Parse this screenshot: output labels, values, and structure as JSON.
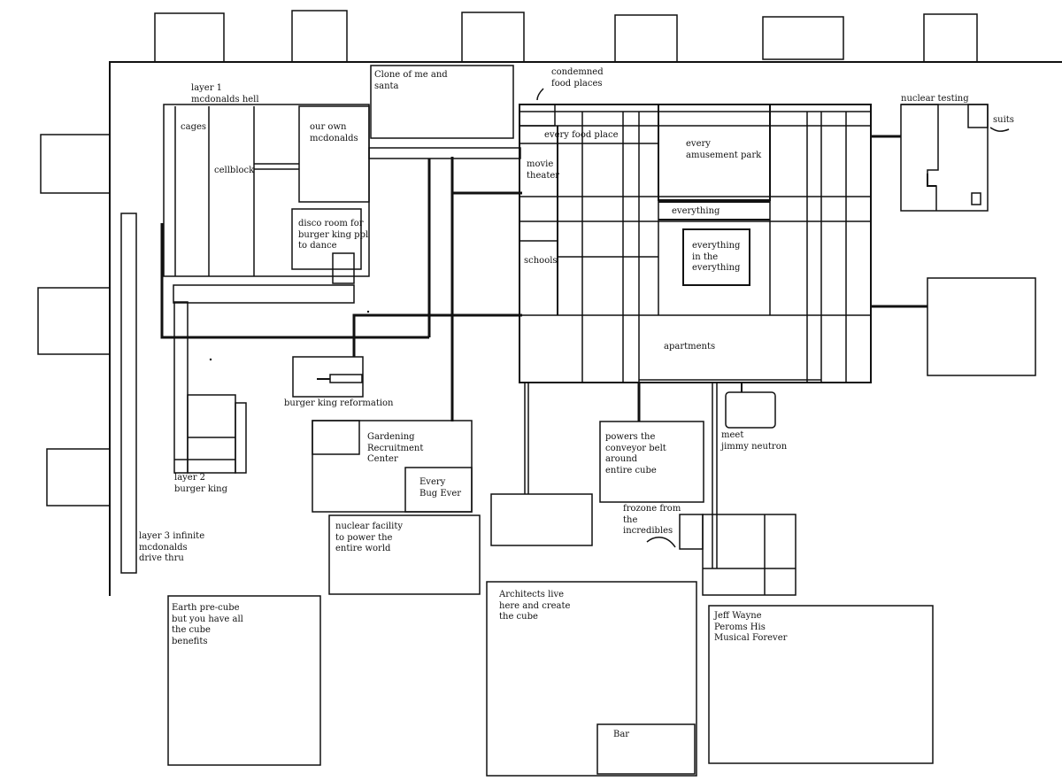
{
  "labels": {
    "layer1": "layer 1\nmcdonalds hell",
    "cages": "cages",
    "cellblock": "cellblock",
    "own_mcd": "our own\nmcdonalds",
    "disco": "disco room for\nburger king ppl\nto dance",
    "clone": "Clone of me and\nsanta",
    "condemned": "condemned\nfood places",
    "food_place": "every food place",
    "amusement": "every\namusement park",
    "movie": "movie\ntheater",
    "everything": "everything",
    "everything_in": "everything\nin the\neverything",
    "schools": "schools",
    "apartments": "apartments",
    "nuclear_testing": "nuclear testing",
    "suits": "suits",
    "bk_reformation": "burger king reformation",
    "gardening": "Gardening\nRecruitment\nCenter",
    "bug": "Every\nBug Ever",
    "layer2": "layer 2\nburger king",
    "layer3": "layer 3 infinite\nmcdonalds\ndrive thru",
    "nuclear_facility": "nuclear facility\nto power the\nentire world",
    "powers": "powers the\nconveyor belt\naround\nentire cube",
    "jimmy": "meet\njimmy neutron",
    "frozone": "frozone from\nthe\nincredibles",
    "earth": "Earth pre-cube\nbut you have all\nthe cube\nbenefits",
    "architects": "Architects live\nhere and create\nthe cube",
    "bar": "Bar",
    "jeff": "Jeff Wayne\nPeroms His\nMusical Forever"
  }
}
